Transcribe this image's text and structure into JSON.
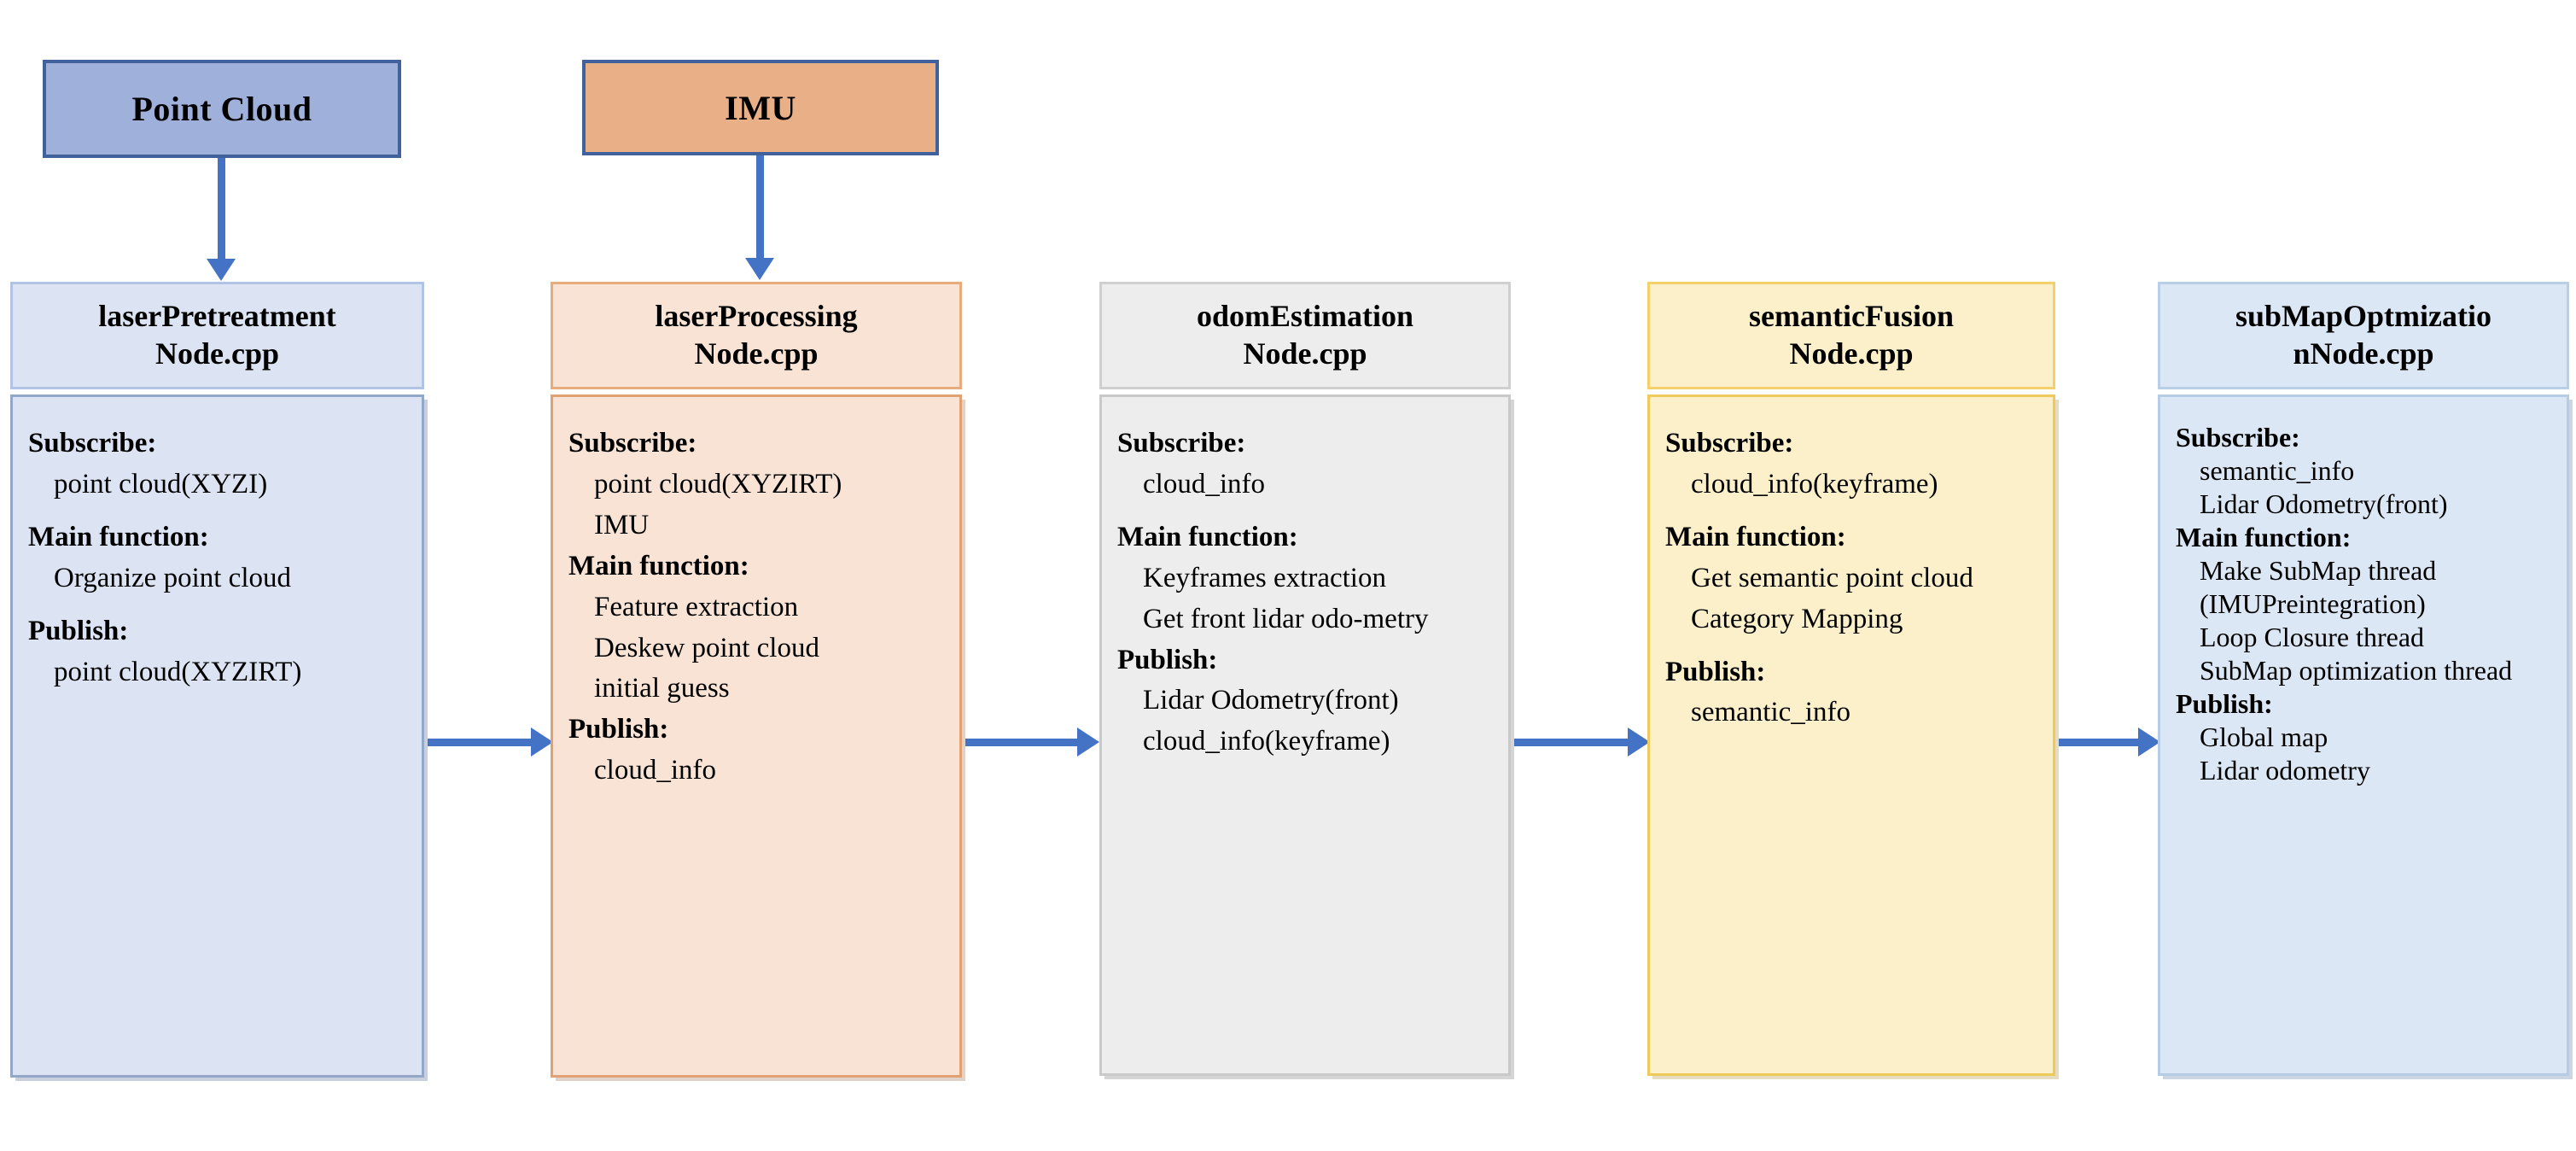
{
  "diagram": {
    "title": "SLAM ROS node pipeline",
    "colors": {
      "arrow": "#4472c4",
      "point_cloud_fill": "#9fb0db",
      "point_cloud_border": "#41619c",
      "imu_fill": "#e9b087",
      "imu_border": "#41619c",
      "node1_fill": "#dce3f2",
      "node2_fill": "#f8e3d5",
      "node3_fill": "#ededed",
      "node4_fill": "#fcf0ca",
      "node5_fill": "#dce7f5"
    }
  },
  "sources": [
    {
      "id": "point-cloud",
      "label": "Point Cloud"
    },
    {
      "id": "imu",
      "label": "IMU"
    }
  ],
  "nodes": [
    {
      "id": "laser-pretreatment",
      "title_line1": "laserPretreatment",
      "title_line2": "Node.cpp",
      "sections": [
        {
          "label": "Subscribe:",
          "items": [
            "point cloud(XYZI)"
          ]
        },
        {
          "label": "Main function:",
          "items": [
            "Organize point cloud"
          ]
        },
        {
          "label": "Publish:",
          "items": [
            "point cloud(XYZIRT)"
          ]
        }
      ]
    },
    {
      "id": "laser-processing",
      "title_line1": "laserProcessing",
      "title_line2": "Node.cpp",
      "sections": [
        {
          "label": "Subscribe:",
          "items": [
            "point cloud(XYZIRT)",
            "IMU"
          ]
        },
        {
          "label": "Main function:",
          "items": [
            "Feature extraction",
            "Deskew point cloud",
            "initial guess"
          ]
        },
        {
          "label": "Publish:",
          "items": [
            "cloud_info"
          ]
        }
      ]
    },
    {
      "id": "odom-estimation",
      "title_line1": "odomEstimation",
      "title_line2": "Node.cpp",
      "sections": [
        {
          "label": "Subscribe:",
          "items": [
            "cloud_info"
          ]
        },
        {
          "label": "Main function:",
          "items": [
            "Keyframes extraction",
            "Get front lidar odo-metry"
          ]
        },
        {
          "label": "Publish:",
          "items": [
            "Lidar Odometry(front)",
            "cloud_info(keyframe)"
          ]
        }
      ]
    },
    {
      "id": "semantic-fusion",
      "title_line1": "semanticFusion",
      "title_line2": "Node.cpp",
      "sections": [
        {
          "label": "Subscribe:",
          "items": [
            "cloud_info(keyframe)"
          ]
        },
        {
          "label": "Main function:",
          "items": [
            "Get semantic point cloud",
            "Category Mapping"
          ]
        },
        {
          "label": "Publish:",
          "items": [
            "semantic_info"
          ]
        }
      ]
    },
    {
      "id": "submap-optimization",
      "title_line1": "subMapOptmizatio",
      "title_line2": "nNode.cpp",
      "sections": [
        {
          "label": "Subscribe:",
          "items": [
            "semantic_info",
            "Lidar Odometry(front)"
          ]
        },
        {
          "label": "Main function:",
          "items": [
            "Make SubMap thread (IMUPreintegration)",
            "Loop Closure thread",
            "SubMap optimization thread"
          ]
        },
        {
          "label": "Publish:",
          "items": [
            "Global map",
            "Lidar odometry"
          ]
        }
      ]
    }
  ],
  "node1": {
    "title_line1": "laserPretreatment",
    "title_line2": "Node.cpp",
    "s1_label": "Subscribe:",
    "s1_i1": "point cloud(XYZI)",
    "s2_label": "Main function:",
    "s2_i1": "Organize point cloud",
    "s3_label": "Publish:",
    "s3_i1": "point cloud(XYZIRT)"
  },
  "node2": {
    "title_line1": "laserProcessing",
    "title_line2": "Node.cpp",
    "s1_label": "Subscribe:",
    "s1_i1": "point cloud(XYZIRT)",
    "s1_i2": "IMU",
    "s2_label": "Main function:",
    "s2_i1": "Feature extraction",
    "s2_i2": "Deskew point cloud",
    "s2_i3": "initial guess",
    "s3_label": "Publish:",
    "s3_i1": "cloud_info"
  },
  "node3": {
    "title_line1": "odomEstimation",
    "title_line2": "Node.cpp",
    "s1_label": "Subscribe:",
    "s1_i1": "cloud_info",
    "s2_label": "Main function:",
    "s2_i1": "Keyframes extraction",
    "s2_i2": "Get front lidar odo-metry",
    "s3_label": "Publish:",
    "s3_i1": "Lidar Odometry(front)",
    "s3_i2": "cloud_info(keyframe)"
  },
  "node4": {
    "title_line1": "semanticFusion",
    "title_line2": "Node.cpp",
    "s1_label": "Subscribe:",
    "s1_i1": "cloud_info(keyframe)",
    "s2_label": "Main function:",
    "s2_i1": "Get semantic point cloud",
    "s2_i2": "Category Mapping",
    "s3_label": "Publish:",
    "s3_i1": "semantic_info"
  },
  "node5": {
    "title_line1": "subMapOptmizatio",
    "title_line2": "nNode.cpp",
    "s1_label": "Subscribe:",
    "s1_i1": "semantic_info",
    "s1_i2": "Lidar Odometry(front)",
    "s2_label": "Main function:",
    "s2_i1": "Make SubMap thread (IMUPreintegration)",
    "s2_i2": "Loop Closure thread",
    "s2_i3": "SubMap optimization thread",
    "s3_label": "Publish:",
    "s3_i1": "Global map",
    "s3_i2": "Lidar odometry"
  }
}
